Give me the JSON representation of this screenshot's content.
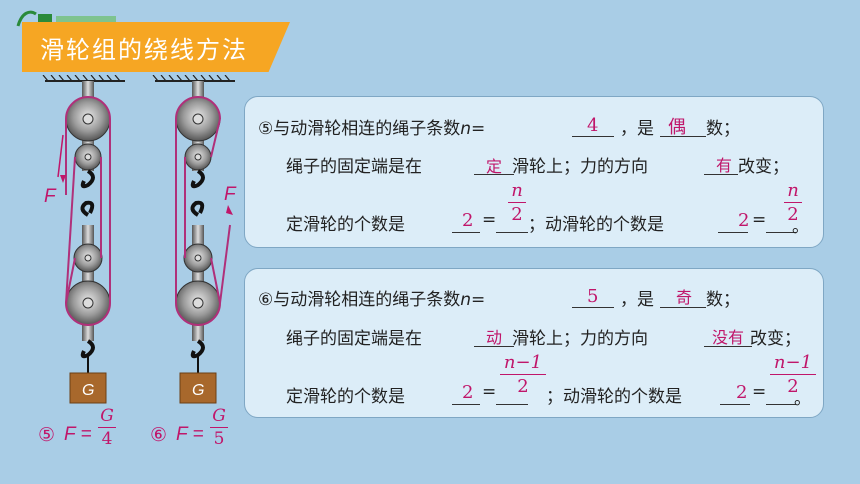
{
  "title": "滑轮组的绕线方法",
  "diagram": {
    "force_label": "F",
    "weight_label": "G",
    "formula5": {
      "num": "⑤",
      "lhs": "F =",
      "numerator": "G",
      "denominator": "4"
    },
    "formula6": {
      "num": "⑥",
      "lhs": "F =",
      "numerator": "G",
      "denominator": "5"
    }
  },
  "panel5": {
    "line1_pre": "⑤与动滑轮相连的绳子条数",
    "n": "n",
    "eq": "=",
    "rope_count": "4",
    "line1_mid": "，是",
    "parity": "偶",
    "line1_end": "数；",
    "line2_pre": "绳子的固定端是在",
    "fixed_end": "定",
    "line2_mid": "滑轮上；力的方向",
    "direction": "有",
    "line2_end": "改变；",
    "line3_pre": "定滑轮的个数是",
    "fixed_count": "2",
    "fixed_frac_num": "n",
    "fixed_frac_den": "2",
    "line3_mid": "；动滑轮的个数是",
    "movable_count": "2",
    "movable_frac_num": "n",
    "movable_frac_den": "2",
    "line3_end": "。"
  },
  "panel6": {
    "line1_pre": "⑥与动滑轮相连的绳子条数",
    "n": "n",
    "eq": "=",
    "rope_count": "5",
    "line1_mid": "，是",
    "parity": "奇",
    "line1_end": "数；",
    "line2_pre": "绳子的固定端是在",
    "fixed_end": "动",
    "line2_mid": "滑轮上；力的方向",
    "direction": "没有",
    "line2_end": "改变；",
    "line3_pre": "定滑轮的个数是",
    "fixed_count": "2",
    "fixed_frac_num": "n−1",
    "fixed_frac_den": "2",
    "line3_mid": "；动滑轮的个数是",
    "movable_count": "2",
    "movable_frac_num": "n−1",
    "movable_frac_den": "2",
    "line3_end": "。"
  }
}
